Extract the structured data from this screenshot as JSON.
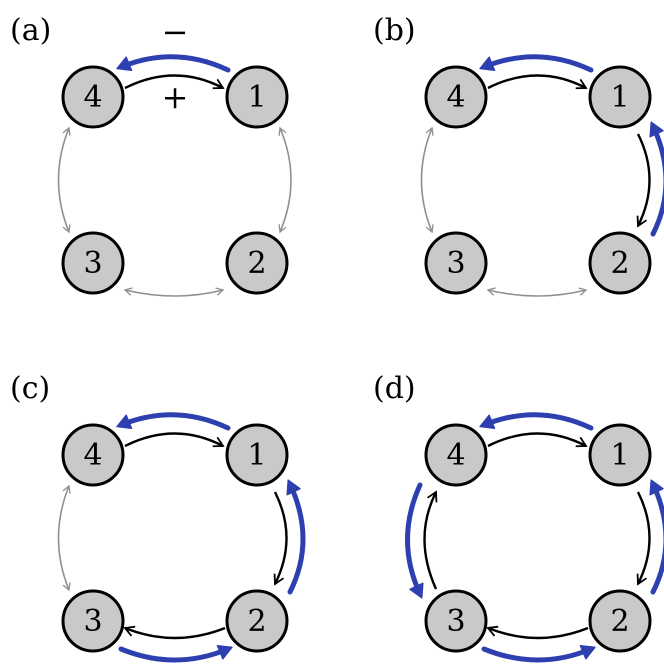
{
  "panels": [
    {
      "label": "(a)",
      "nodes": [
        "1",
        "2",
        "3",
        "4"
      ],
      "active_links": [
        "4-1"
      ],
      "signs": {
        "minus": "−",
        "plus": "+"
      }
    },
    {
      "label": "(b)",
      "nodes": [
        "1",
        "2",
        "3",
        "4"
      ],
      "active_links": [
        "4-1",
        "1-2"
      ]
    },
    {
      "label": "(c)",
      "nodes": [
        "1",
        "2",
        "3",
        "4"
      ],
      "active_links": [
        "4-1",
        "1-2",
        "2-3"
      ]
    },
    {
      "label": "(d)",
      "nodes": [
        "1",
        "2",
        "3",
        "4"
      ],
      "active_links": [
        "4-1",
        "1-2",
        "2-3",
        "3-4"
      ]
    }
  ],
  "colors": {
    "node_fill": "#c9c9c9",
    "node_stroke": "#000000",
    "inactive_link": "#909090",
    "active_link": "#000000",
    "feedback_arrow": "#2e3fb0"
  }
}
